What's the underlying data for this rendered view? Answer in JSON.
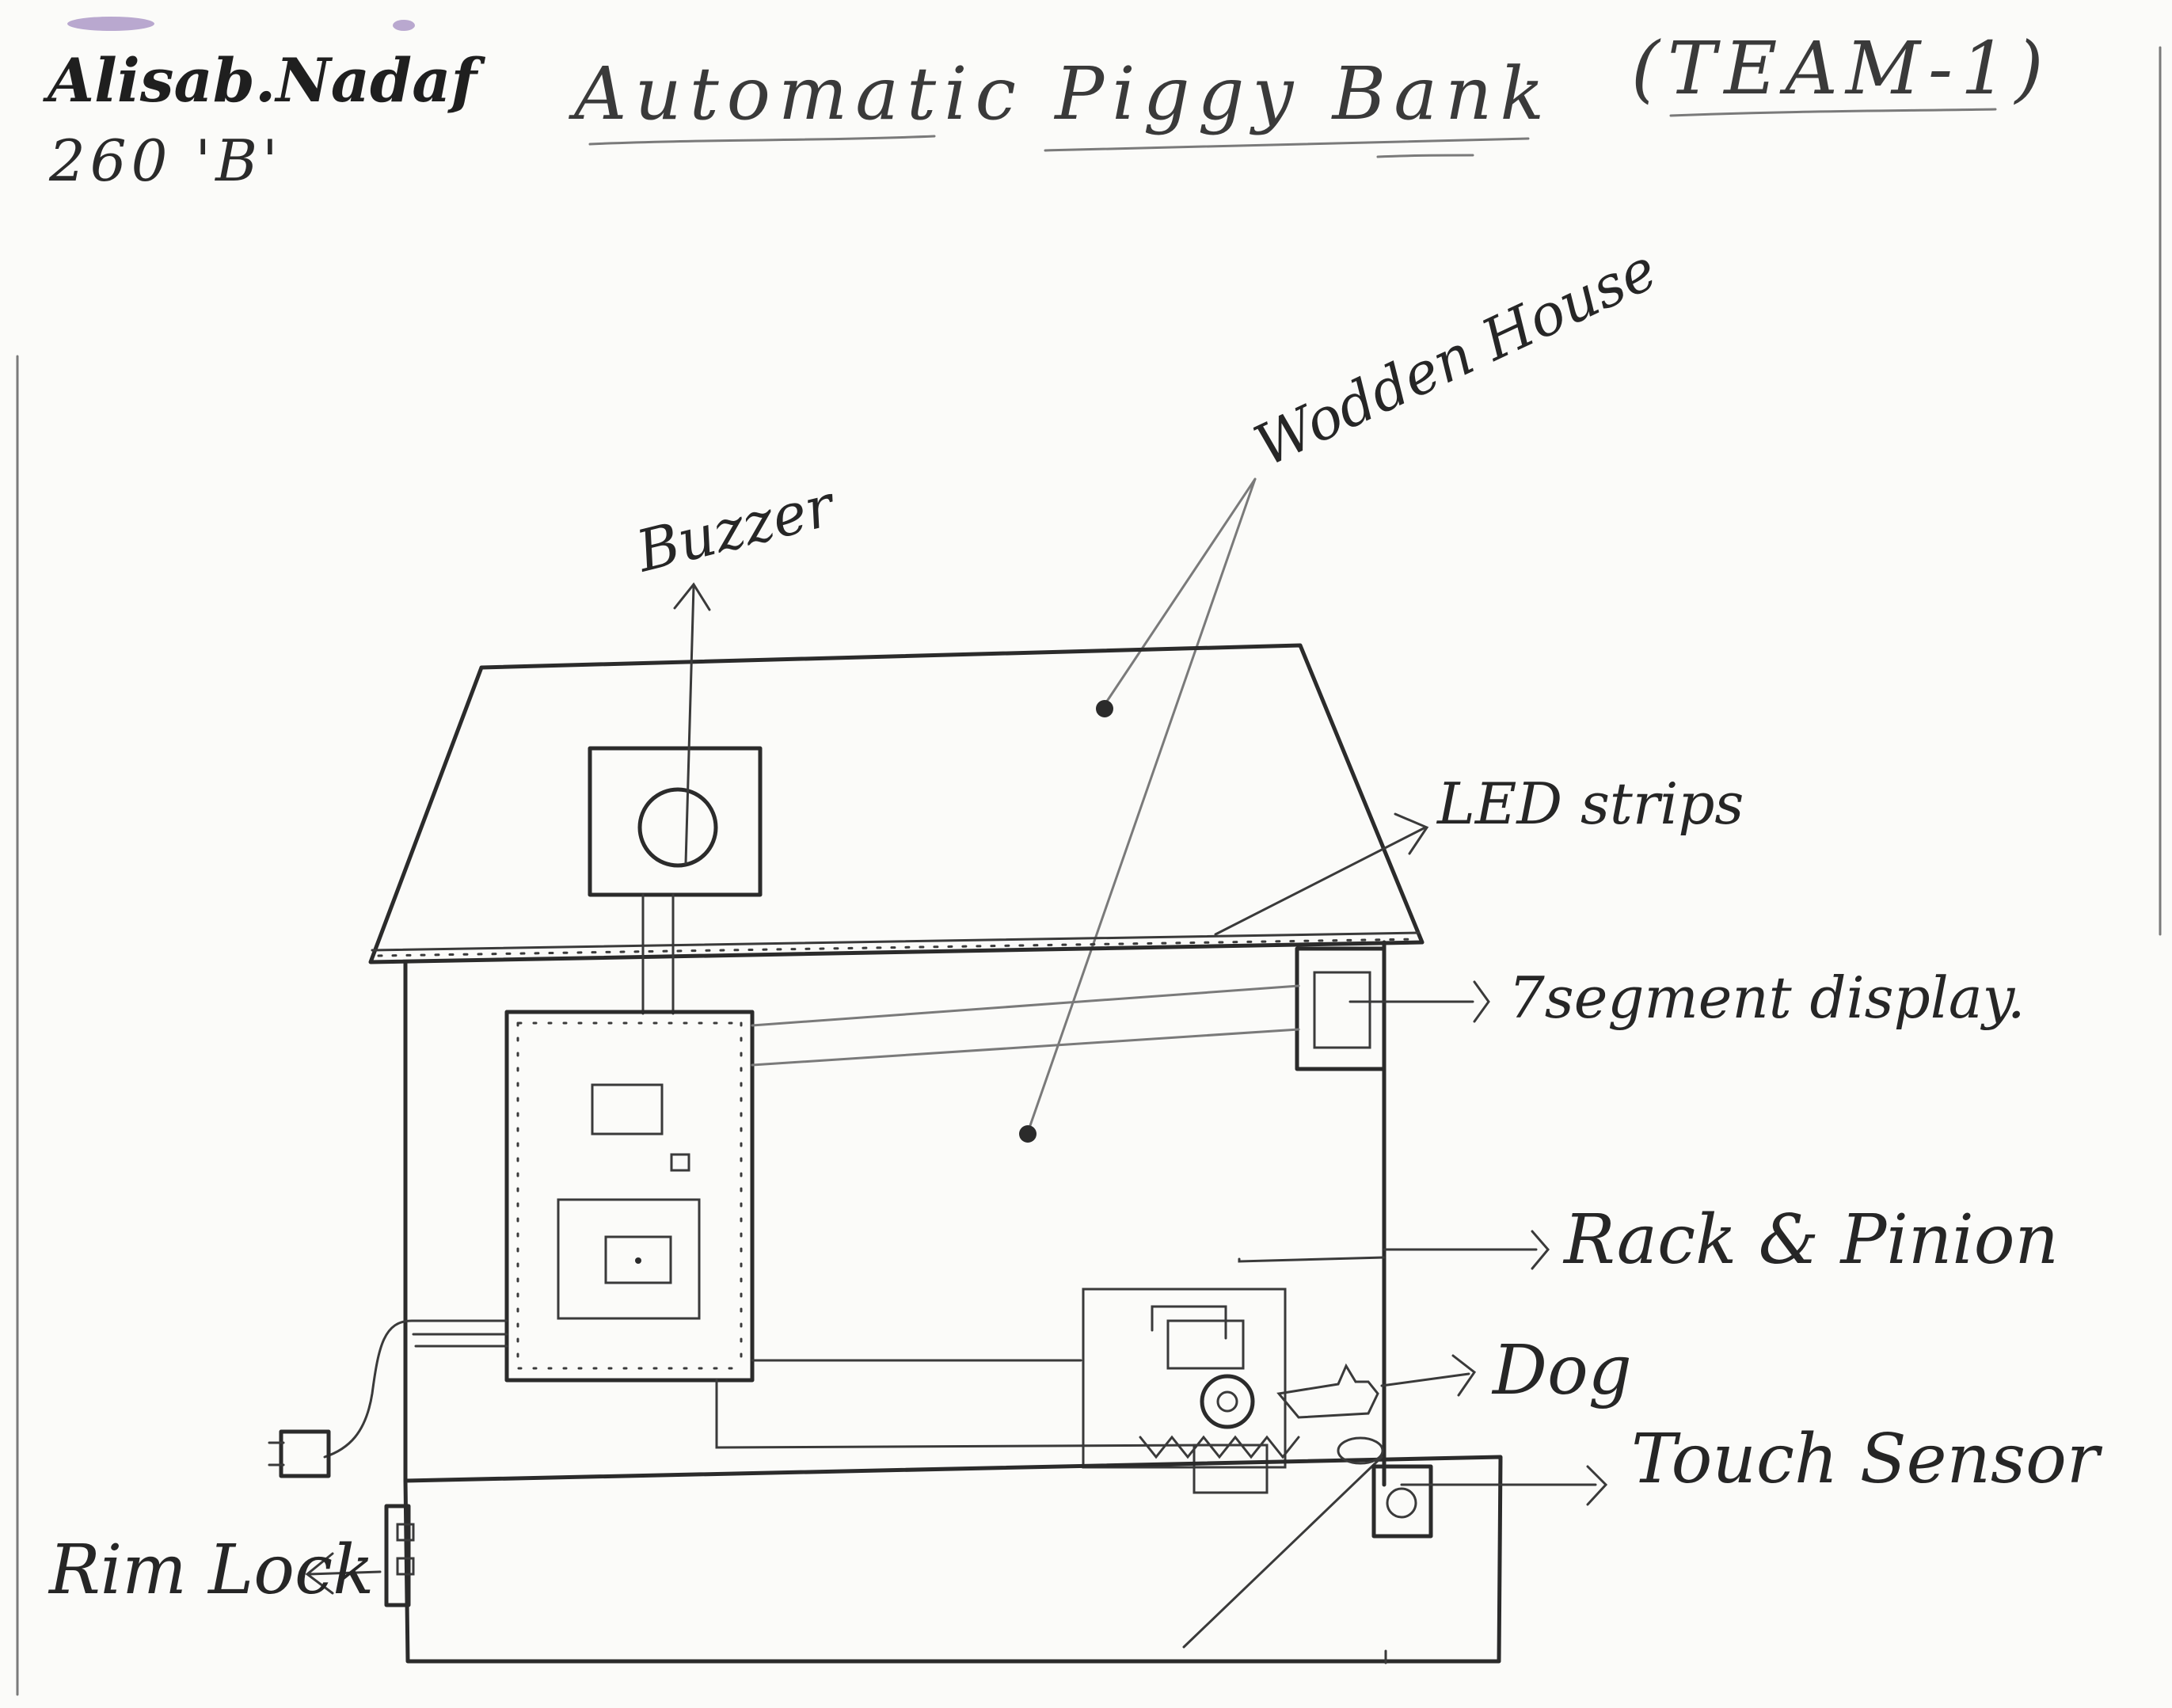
{
  "header": {
    "author": "Alisab.Nadaf",
    "roll": "260 'B'",
    "title": "Automatic Piggy Bank",
    "team": "(TEAM-1)"
  },
  "labels": {
    "wooden_house": "Wodden House",
    "buzzer": "Buzzer",
    "led_strips": "LED strips",
    "seven_segment": "7segment display.",
    "rack_pinion": "Rack & Pinion",
    "dog": "Dog",
    "touch_sensor": "Touch Sensor",
    "rim_lock": "Rim Lock"
  },
  "colors": {
    "paper": "#fbfbf9",
    "ink": "#2b2b2b",
    "smudge": "#b9a8cf"
  }
}
